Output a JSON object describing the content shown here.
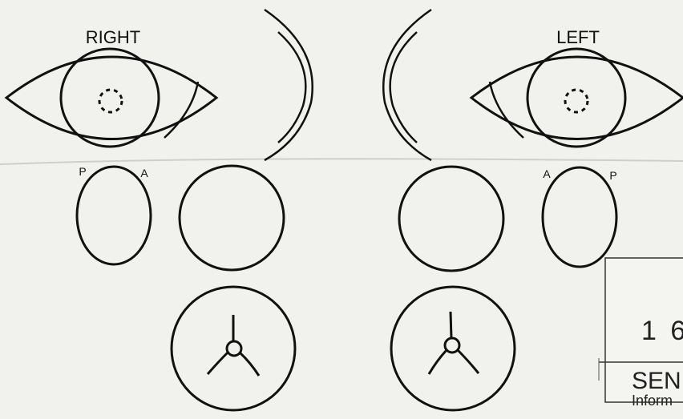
{
  "labels": {
    "right": "RIGHT",
    "left": "LEFT",
    "right_p": "P",
    "right_a": "A",
    "left_a": "A",
    "left_p": "P"
  },
  "stamp": {
    "number": "1 6",
    "word": "SEN",
    "sub": "Inform"
  },
  "colors": {
    "paper": "#f1f1ee",
    "ink": "#111111"
  }
}
